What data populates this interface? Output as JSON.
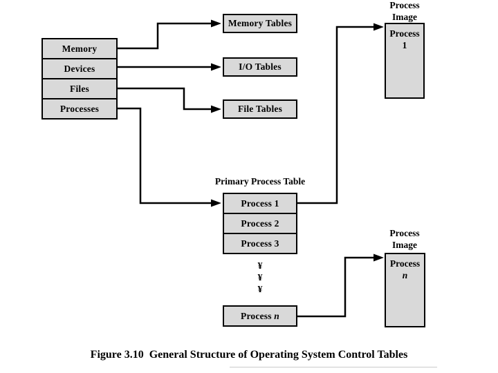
{
  "colors": {
    "background": "#ffffff",
    "box_fill": "#d9d9d9",
    "box_border": "#000000",
    "connector": "#000000",
    "text": "#000000"
  },
  "left_stack": {
    "items": [
      {
        "label": "Memory"
      },
      {
        "label": "Devices"
      },
      {
        "label": "Files"
      },
      {
        "label": "Processes"
      }
    ]
  },
  "resource_tables": {
    "memory_label": "Memory Tables",
    "io_label": "I/O Tables",
    "file_label": "File Tables"
  },
  "primary_process_table": {
    "title": "Primary Process Table",
    "rows": [
      {
        "label": "Process 1"
      },
      {
        "label": "Process 2"
      },
      {
        "label": "Process 3"
      }
    ],
    "ellipsis": [
      "¥",
      "¥",
      "¥"
    ],
    "process_n": {
      "prefix": "Process ",
      "n": "n"
    }
  },
  "process_image_top": {
    "label_line1": "Process",
    "label_line2": "Image",
    "body_line1": "Process",
    "body_line2": "1"
  },
  "process_image_bottom": {
    "label_line1": "Process",
    "label_line2": "Image",
    "body_line1": "Process",
    "body_line2": "n"
  },
  "caption": "Figure 3.10  General Structure of Operating System Control Tables"
}
